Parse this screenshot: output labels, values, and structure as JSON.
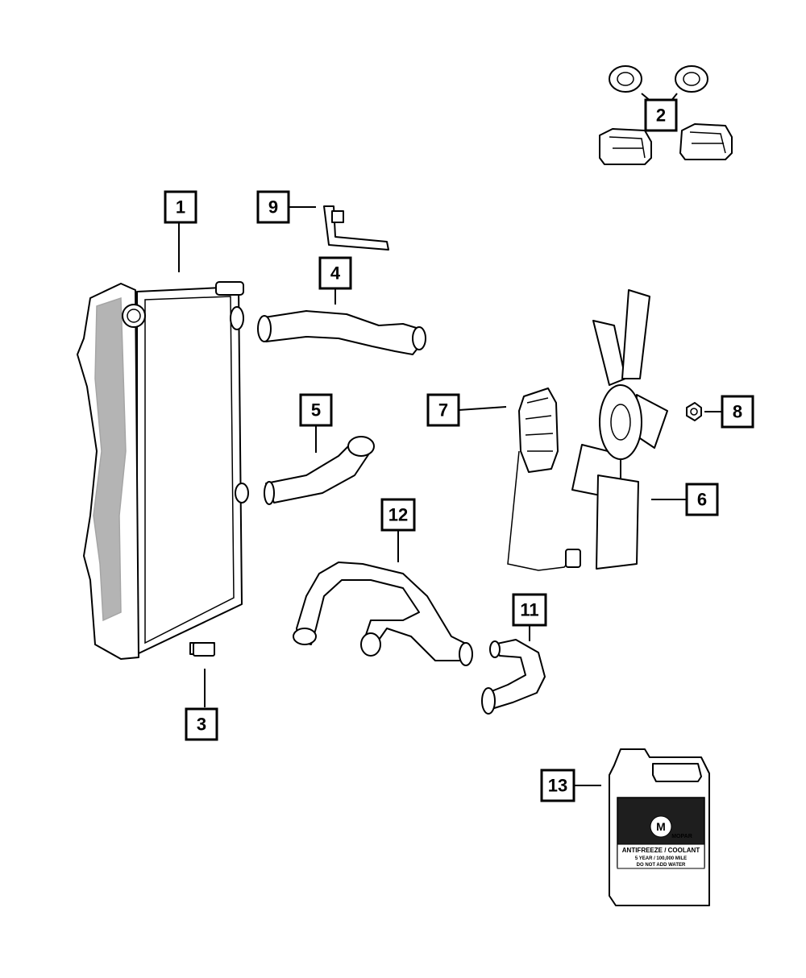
{
  "callouts": {
    "c1": "1",
    "c2": "2",
    "c3": "3",
    "c4": "4",
    "c5": "5",
    "c6": "6",
    "c7": "7",
    "c8": "8",
    "c9": "9",
    "c11": "11",
    "c12": "12",
    "c13": "13"
  },
  "jug_label": {
    "brand": "MOPAR",
    "product": "ANTIFREEZE / COOLANT",
    "line1": "5 YEAR / 100,000 MILE",
    "line2": "DO NOT ADD WATER"
  }
}
